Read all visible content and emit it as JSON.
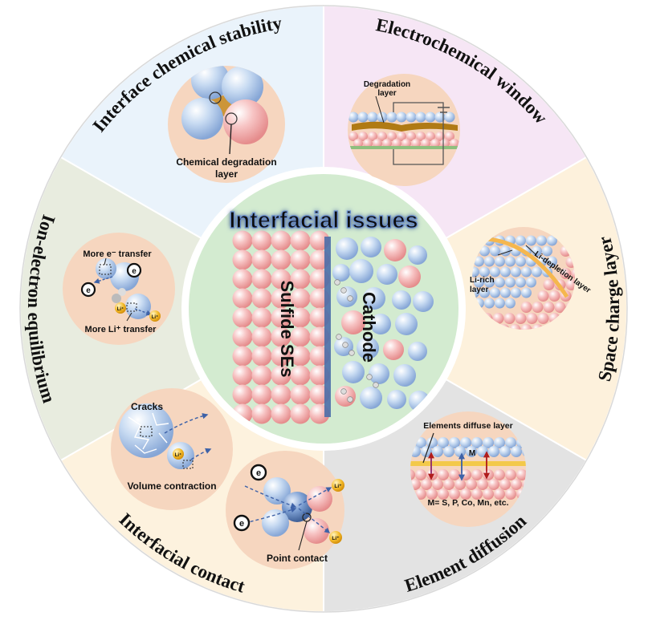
{
  "center": {
    "title": "Interfacial issues",
    "left_label": "Sulfide SEs",
    "right_label": "Cathode"
  },
  "sectors": [
    {
      "title": "Interface chemical stability",
      "color": "#eaf3fb"
    },
    {
      "title": "Electrochemical window",
      "color": "#f6e6f5"
    },
    {
      "title": "Space charge layer",
      "color": "#fdf1dc"
    },
    {
      "title": "Element diffusion",
      "color": "#e3e3e3"
    },
    {
      "title": "Interfacial contact",
      "color": "#fdf2de"
    },
    {
      "title": "Ion-electron equilibrium",
      "color": "#e8ecdf"
    }
  ],
  "labels": {
    "chem_degradation_1": "Chemical degradation",
    "chem_degradation_2": "layer",
    "degradation_1": "Degradation",
    "degradation_2": "layer",
    "li_depletion": "Li-depletion layer",
    "li_rich_1": "Li-rich",
    "li_rich_2": "layer",
    "elements_diffuse": "Elements diffuse layer",
    "m_label": "M",
    "m_list": "M= S, P, Co, Mn, etc.",
    "cracks": "Cracks",
    "volume_contraction": "Volume contraction",
    "point_contact": "Point contact",
    "more_e_transfer": "More e⁻ transfer",
    "more_li_transfer": "More Li⁺ transfer",
    "li_plus": "Li⁺",
    "e_symbol": "e"
  },
  "colors": {
    "pink_particle": "#f2a5a5",
    "blue_particle": "#a9c4e6",
    "inset_bg": "#f6d6bf",
    "center_bg": "#d3ebd0",
    "interface_blue": "#4b6ea8",
    "li_badge": "#f1b320",
    "degradation": "#b07a14"
  }
}
